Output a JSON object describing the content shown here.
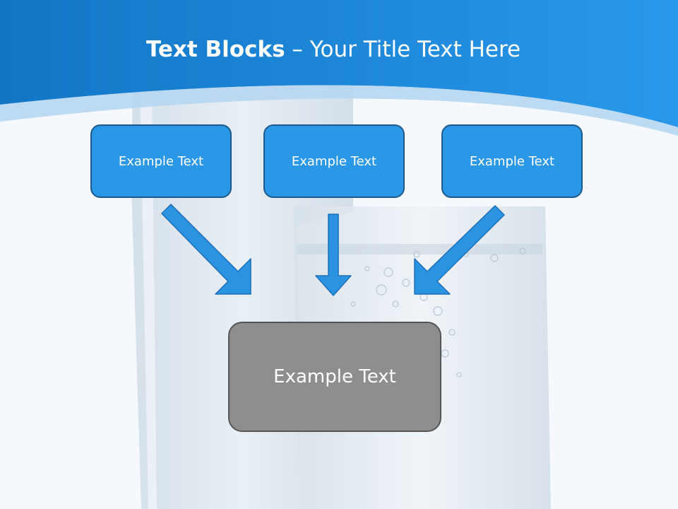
{
  "slide": {
    "title_bold": "Text Blocks",
    "title_dash": " – ",
    "title_rest": "Your Title Text Here"
  },
  "boxes": [
    {
      "label": "Example Text"
    },
    {
      "label": "Example Text"
    },
    {
      "label": "Example Text"
    }
  ],
  "center_box": {
    "label": "Example Text"
  },
  "colors": {
    "header_blue": "#1b7fd0",
    "box_blue": "#2a98e6",
    "box_border": "#1e5a8c",
    "arrow_fill": "#2b94e2",
    "center_gray": "#8e8e8e"
  }
}
